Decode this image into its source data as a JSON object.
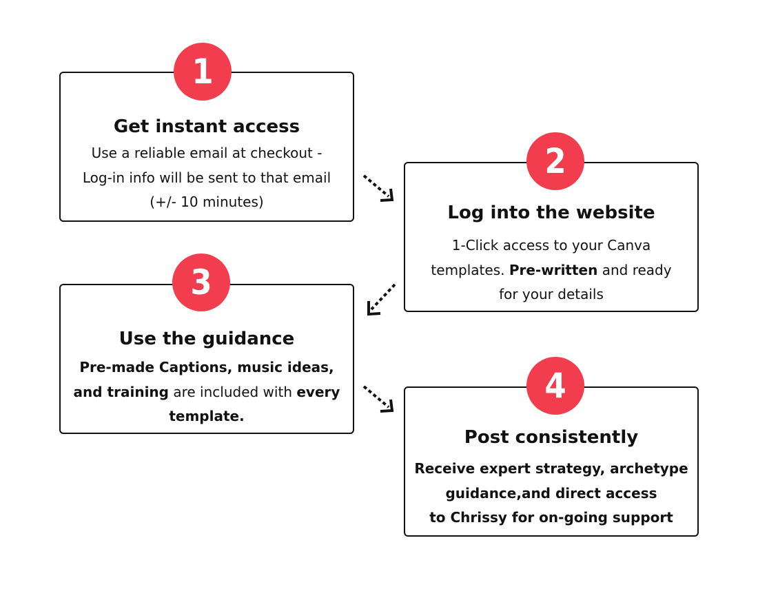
{
  "steps": [
    {
      "number": "1",
      "title": "Get instant access",
      "lines": [
        [
          {
            "text": "Use a reliable email at checkout -",
            "bold": false
          }
        ],
        [
          {
            "text": "Log-in info will be sent to that email",
            "bold": false
          }
        ],
        [
          {
            "text": "(+/- 10 minutes)",
            "bold": false
          }
        ]
      ]
    },
    {
      "number": "2",
      "title": "Log into the website",
      "lines": [
        [
          {
            "text": "1-Click access to your Canva",
            "bold": false
          }
        ],
        [
          {
            "text": "templates. ",
            "bold": false
          },
          {
            "text": "Pre-written",
            "bold": true
          },
          {
            "text": " and ready",
            "bold": false
          }
        ],
        [
          {
            "text": "for your details",
            "bold": false
          }
        ]
      ]
    },
    {
      "number": "3",
      "title": "Use the guidance",
      "lines": [
        [
          {
            "text": "Pre-made Captions, music ideas,",
            "bold": true
          }
        ],
        [
          {
            "text": "and training",
            "bold": true
          },
          {
            "text": " are included with ",
            "bold": false
          },
          {
            "text": "every",
            "bold": true
          }
        ],
        [
          {
            "text": "template.",
            "bold": true
          }
        ]
      ]
    },
    {
      "number": "4",
      "title": "Post consistently",
      "lines": [
        [
          {
            "text": "Receive expert strategy, archetype",
            "bold": true
          }
        ],
        [
          {
            "text": "guidance,and direct access",
            "bold": true
          }
        ],
        [
          {
            "text": "to Chrissy for on-going support",
            "bold": true
          }
        ]
      ]
    }
  ],
  "colors": {
    "badge": "#f23d4f",
    "border": "#111111",
    "text": "#111111"
  },
  "arrows": [
    "arrow-step-1-to-2",
    "arrow-step-2-to-3",
    "arrow-step-3-to-4"
  ]
}
